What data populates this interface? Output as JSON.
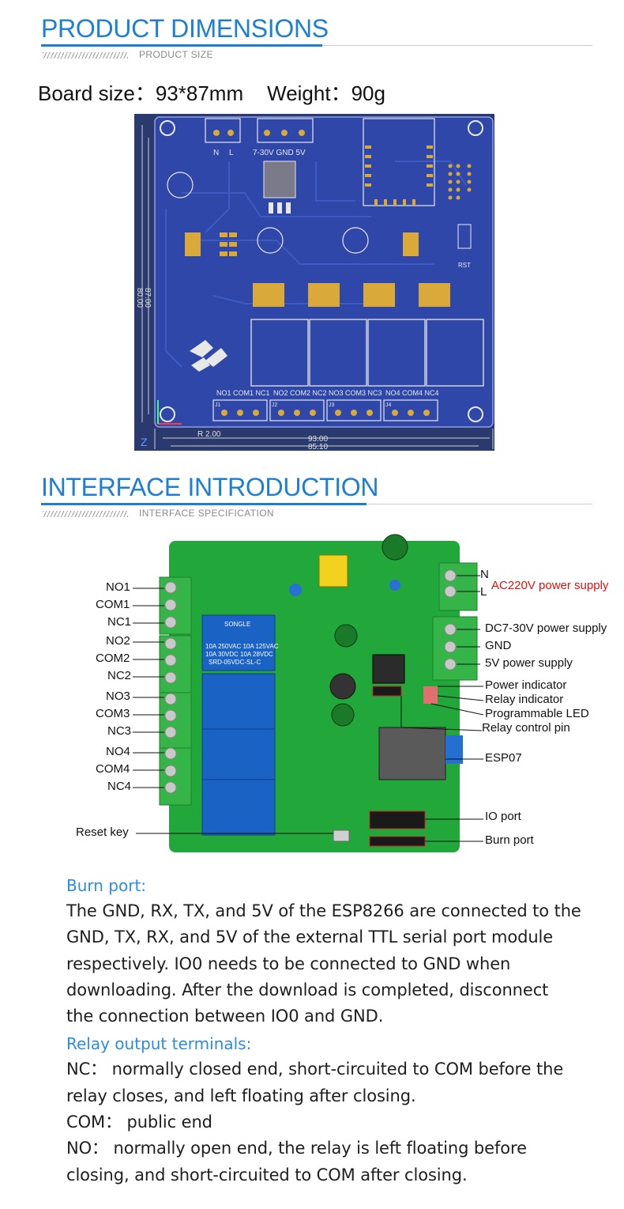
{
  "section1": {
    "title": "PRODUCT DIMENSIONS",
    "subtitle": "PRODUCT SIZE"
  },
  "specs": {
    "board_size": "Board size：93*87mm",
    "weight": "Weight：90g"
  },
  "pcb_drawing": {
    "terminal_labels": [
      "N",
      "L",
      "7-30V GND 5V"
    ],
    "relay_labels": [
      "NO1 COM1 NC1",
      "NO2 COM2 NC2",
      "NO3 COM3 NC3",
      "NO4 COM4 NC4"
    ],
    "connector_labels": [
      "J1",
      "J2",
      "J3",
      "J4"
    ],
    "dim_width": "93.00",
    "dim_width_inner": "85.10",
    "dim_height": "87.00",
    "dim_height_inner": "80.00",
    "dim_radius": "R 2.00",
    "axis_z": "Z",
    "rst_label": "RST",
    "colors": {
      "board": "#2f47a8",
      "background": "#2a3a6e",
      "silk": "#e8e8e8",
      "pad": "#d9a93a",
      "trace": "#3e5ac4"
    }
  },
  "section2": {
    "title": "INTERFACE INTRODUCTION",
    "subtitle": "INTERFACE SPECIFICATION"
  },
  "photo": {
    "left_labels": [
      "NO1",
      "COM1",
      "NC1",
      "NO2",
      "COM2",
      "NC2",
      "NO3",
      "COM3",
      "NC3",
      "NO4",
      "COM4",
      "NC4"
    ],
    "reset_label": "Reset key",
    "right_labels": {
      "n": "N",
      "l": "L",
      "ac": "AC220V power supply",
      "dc": "DC7-30V power supply",
      "gnd": "GND",
      "v5": "5V power supply",
      "power_ind": "Power indicator",
      "relay_ind": "Relay indicator",
      "prog_led": "Programmable LED",
      "relay_pin": "Relay control pin",
      "esp": "ESP07",
      "io": "IO port",
      "burn": "Burn port"
    },
    "relay_print": [
      "SONGLE",
      "10A 250VAC  10A 125VAC",
      "10A 30VDC   10A 28VDC",
      "SRD-05VDC-SL-C"
    ],
    "colors": {
      "board": "#22a83a",
      "terminal": "#35b548",
      "relay": "#1a62c4",
      "ac_label": "#e01010"
    }
  },
  "text": {
    "burn_heading": "Burn port:",
    "burn_lines": [
      "The GND, RX, TX, and 5V of the ESP8266 are connected to the",
      "GND, TX, RX, and 5V of the external TTL serial port module",
      "respectively. IO0 needs to be connected to GND when",
      "downloading. After the download is completed, disconnect",
      "the connection between IO0 and GND."
    ],
    "relay_heading": "Relay output terminals:",
    "relay_lines": [
      "NC： normally closed end, short-circuited to COM before the",
      "relay closes, and left floating after closing.",
      "COM： public end",
      "NO： normally open end, the relay is left floating before",
      "closing, and short-circuited to COM after closing."
    ]
  }
}
